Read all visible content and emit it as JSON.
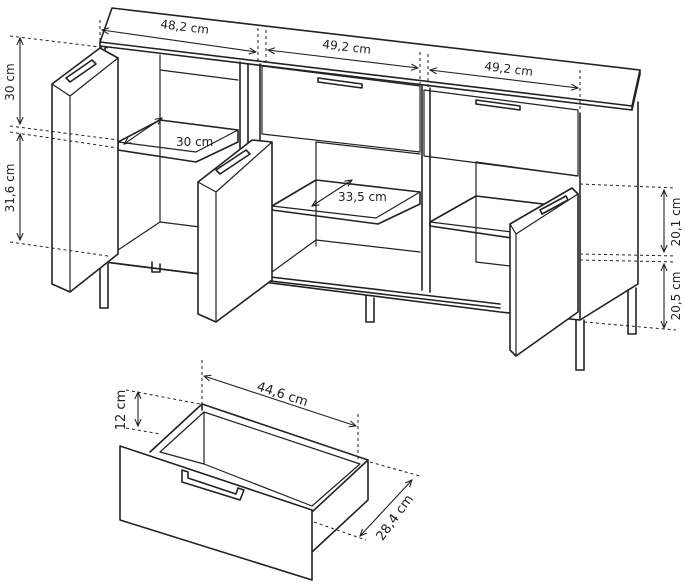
{
  "dimensions": {
    "width_left": "48,2 cm",
    "width_middle": "49,2 cm",
    "width_right": "49,2 cm",
    "top_height": "30 cm",
    "lower_height": "31,6 cm",
    "shelf_depth_left": "30 cm",
    "shelf_depth_middle": "33,5 cm",
    "right_upper_height": "20,1 cm",
    "right_lower_height": "20,5 cm",
    "drawer_width": "44,6 cm",
    "drawer_height": "12 cm",
    "drawer_depth": "28,4 cm"
  }
}
